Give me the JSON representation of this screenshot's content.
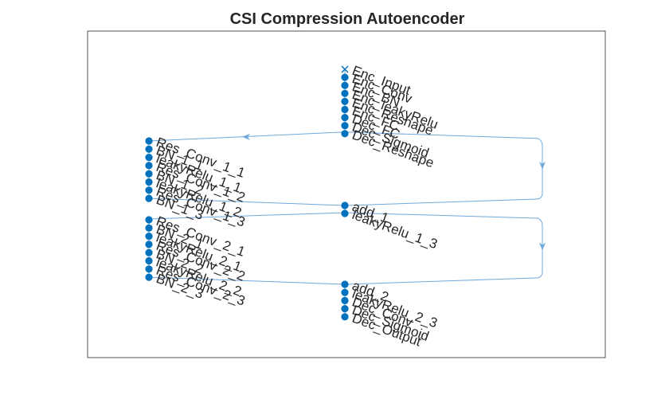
{
  "title": "CSI Compression Autoencoder",
  "colors": {
    "node": "#0072BD",
    "edge": "#6FA8DC",
    "axes_border": "#262626",
    "text": "#262626",
    "background": "#ffffff"
  },
  "chart_data": {
    "type": "layered-graph",
    "title": "CSI Compression Autoencoder",
    "node_marker": "circle",
    "source_marker": "x",
    "columns": [
      {
        "id": "encoder",
        "nodes": [
          "Enc_Input",
          "Enc_Conv",
          "Enc_BN",
          "Enc_leakyRelu",
          "Enc_Reshape",
          "Enc_FC",
          "Dec_FC",
          "Dec_Sigmoid",
          "Dec_Reshape"
        ]
      },
      {
        "id": "block1",
        "nodes": [
          "Res_Conv_1_1",
          "BN_1_1",
          "leakyRelu_1_1",
          "Res_Conv_1_2",
          "BN_1_2",
          "leakyRelu_1_2",
          "Res_Conv_1_3",
          "BN_1_3"
        ]
      },
      {
        "id": "merge1",
        "nodes": [
          "add_1",
          "leakyRelu_1_3"
        ]
      },
      {
        "id": "block2",
        "nodes": [
          "Res_Conv_2_1",
          "BN_2_1",
          "leakyRelu_2_1",
          "Res_Conv_2_2",
          "BN_2_2",
          "leakyRelu_2_2",
          "Res_Conv_2_3",
          "BN_2_3"
        ]
      },
      {
        "id": "merge2",
        "nodes": [
          "add_2",
          "leakyRelu_2_3",
          "Dec_Conv",
          "Dec_Sigmoid",
          "Dec_Output"
        ]
      }
    ],
    "edges": [
      [
        "Dec_Reshape",
        "Res_Conv_1_1"
      ],
      [
        "Dec_Reshape",
        "add_1"
      ],
      [
        "BN_1_3",
        "add_1"
      ],
      [
        "leakyRelu_1_3",
        "Res_Conv_2_1"
      ],
      [
        "leakyRelu_1_3",
        "add_2"
      ],
      [
        "BN_2_3",
        "add_2"
      ]
    ]
  }
}
